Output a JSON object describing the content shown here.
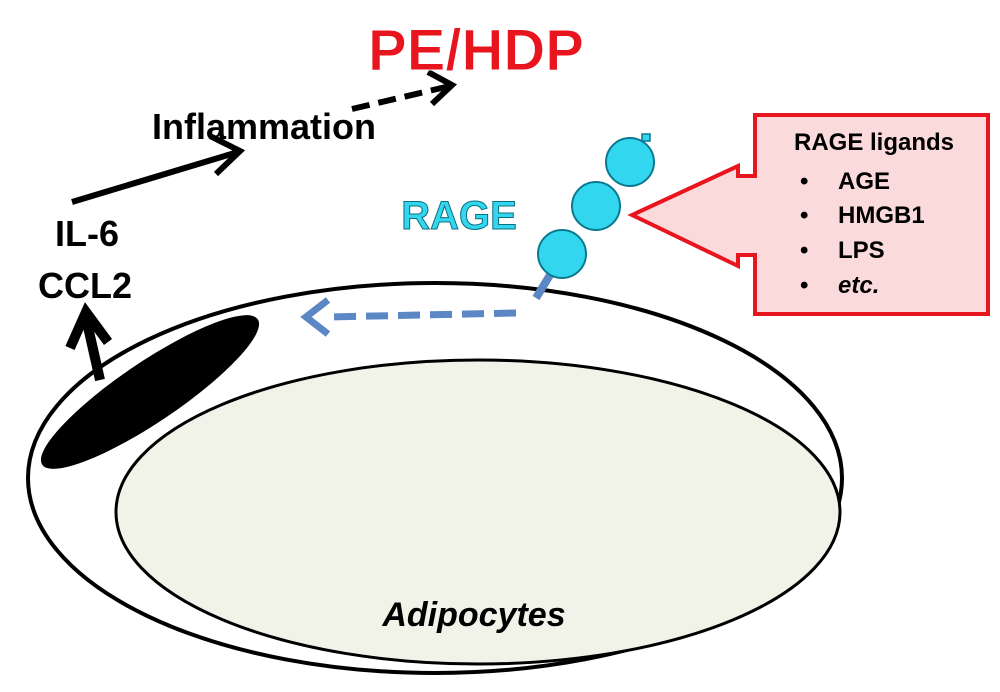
{
  "title": "PE/HDP",
  "inflammation_label": "Inflammation",
  "cytokines": [
    "IL-6",
    "CCL2"
  ],
  "receptor_label": "RAGE",
  "cell_label": "Adipocytes",
  "ligands": {
    "heading": "RAGE ligands",
    "items": [
      "AGE",
      "HMGB1",
      "LPS",
      "etc."
    ],
    "bullet": "•"
  },
  "colors": {
    "title": "#e8141e",
    "receptor": "#33d6ef",
    "dashed_arrow": "#5b87c5",
    "callout_border": "#e8141e",
    "callout_fill": "#fadada",
    "cell_fill": "#f1f3e9"
  }
}
